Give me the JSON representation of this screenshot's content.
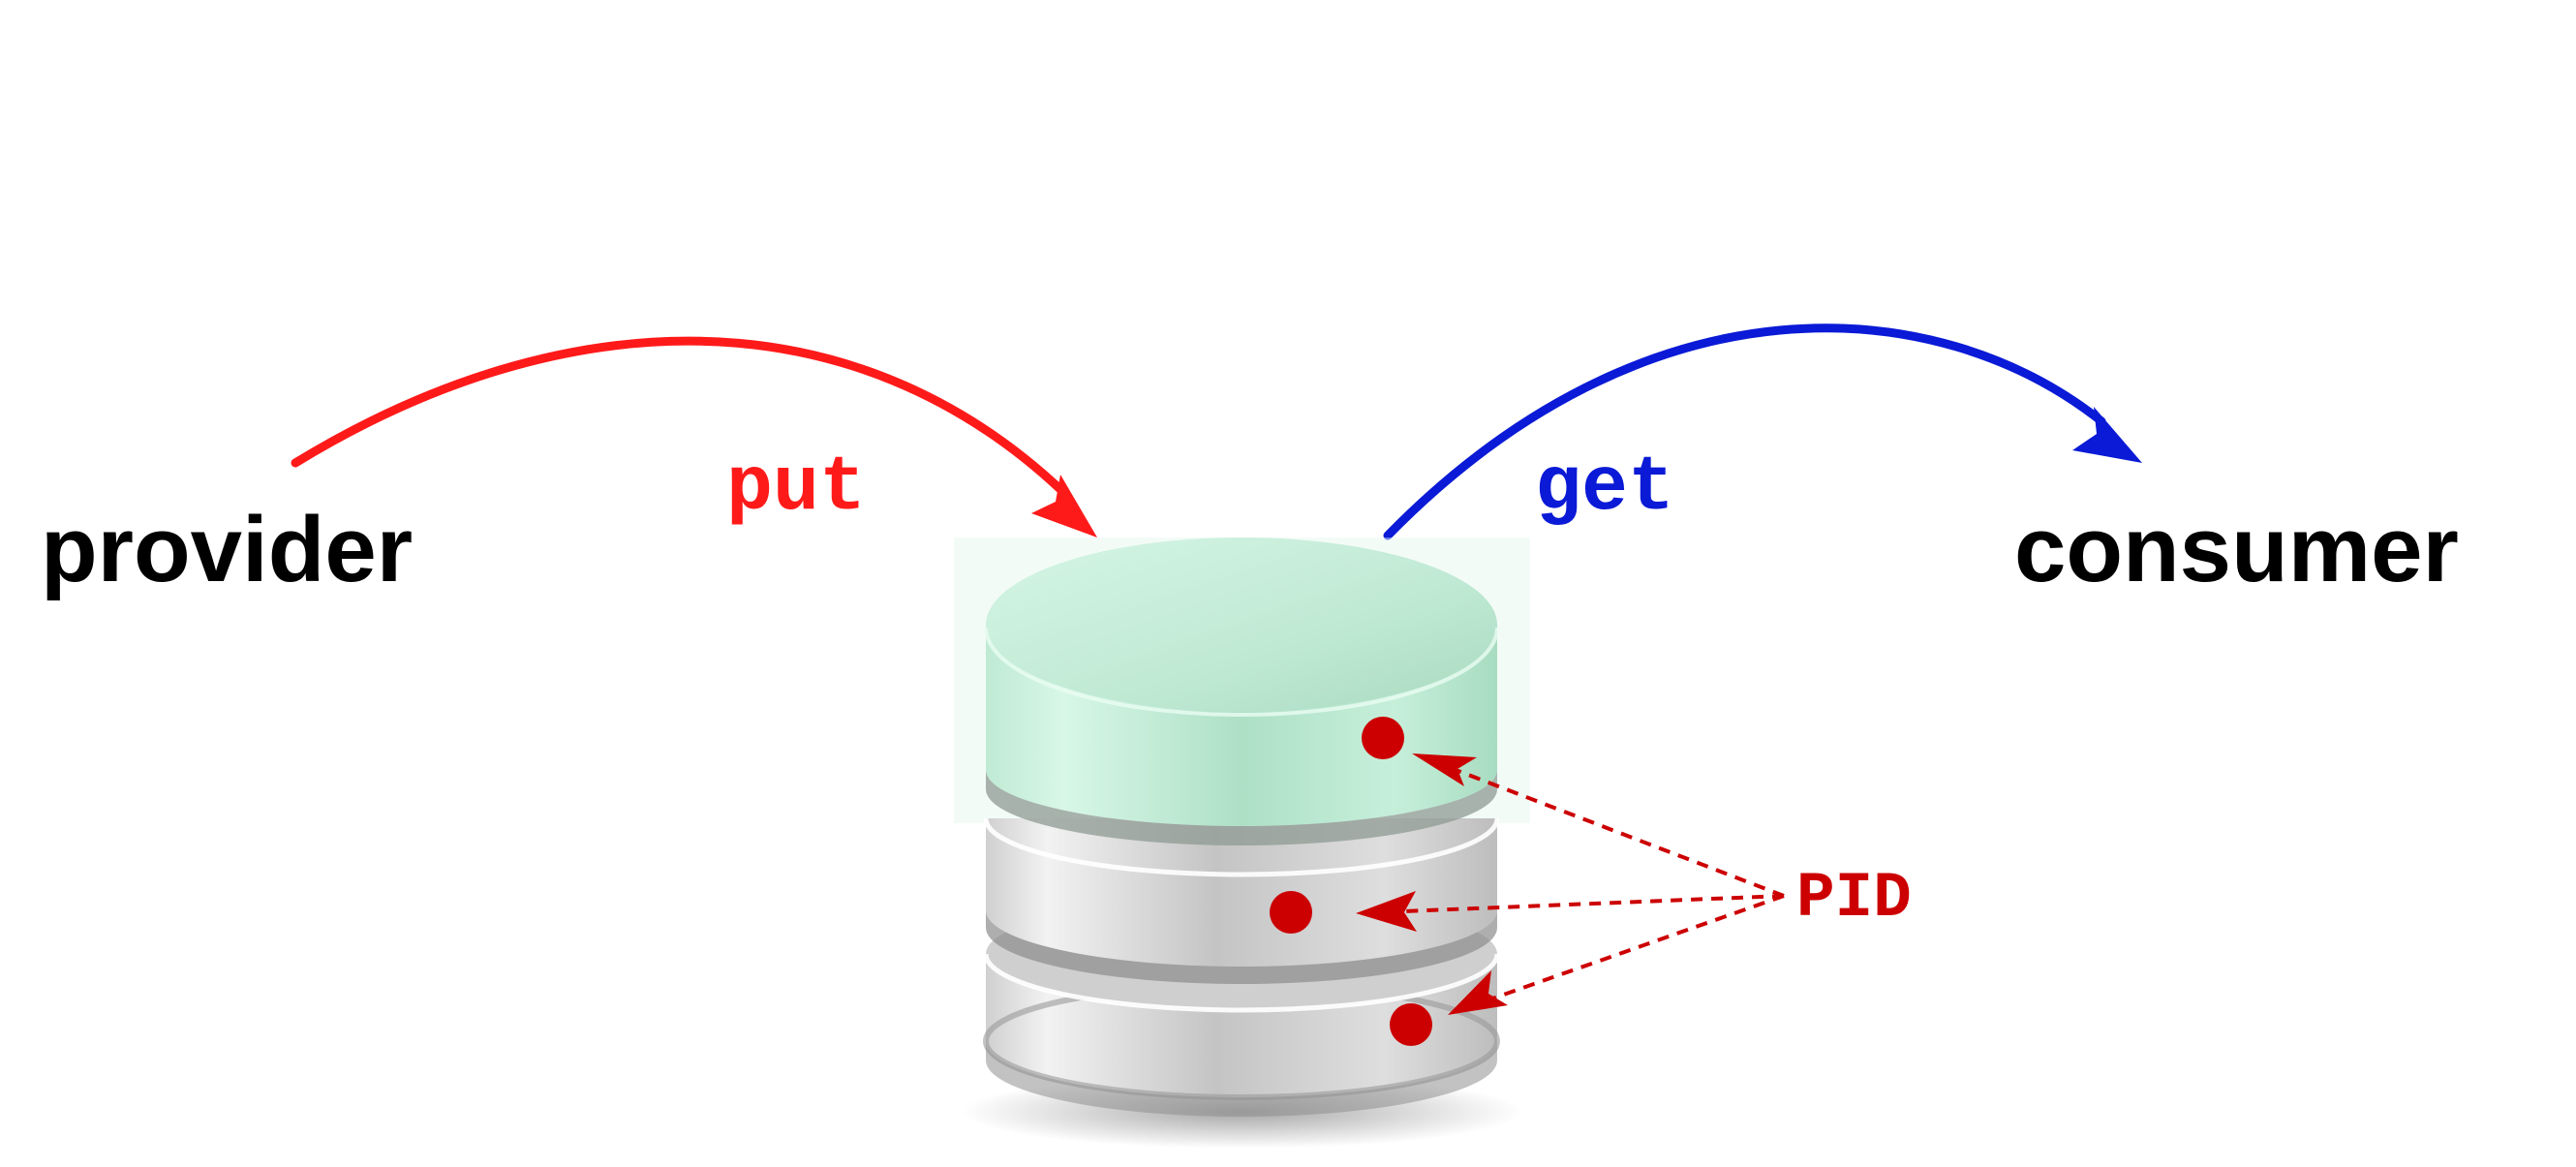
{
  "labels": {
    "provider": "provider",
    "consumer": "consumer",
    "put": "put",
    "get": "get",
    "pid": "PID"
  },
  "colors": {
    "put": "#ff1a1a",
    "get": "#0a1ad6",
    "pid": "#cc0000",
    "text": "#000000",
    "db_top": "#c8f2dd",
    "db_gray": "#d9d9d9"
  },
  "icons": {
    "storage": "database-icon"
  }
}
